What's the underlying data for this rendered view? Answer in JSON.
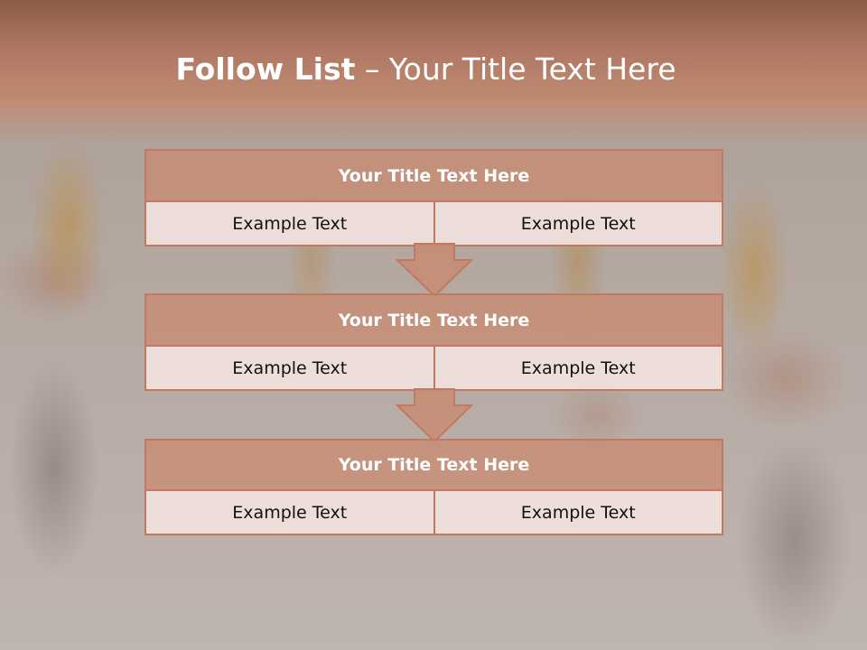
{
  "slide": {
    "title_bold": "Follow List",
    "title_rest": "– Your Title Text Here"
  },
  "blocks": [
    {
      "title": "Your Title Text Here",
      "cells": [
        "Example Text",
        "Example Text"
      ]
    },
    {
      "title": "Your Title Text Here",
      "cells": [
        "Example Text",
        "Example Text"
      ]
    },
    {
      "title": "Your Title Text Here",
      "cells": [
        "Example Text",
        "Example Text"
      ]
    }
  ],
  "colors": {
    "header": "#b07862",
    "block_title_fill": "#c88c73",
    "block_border": "#c07a62",
    "cell_fill": "#f2e2de"
  },
  "icons": [
    "down-arrow-icon",
    "down-arrow-icon"
  ]
}
